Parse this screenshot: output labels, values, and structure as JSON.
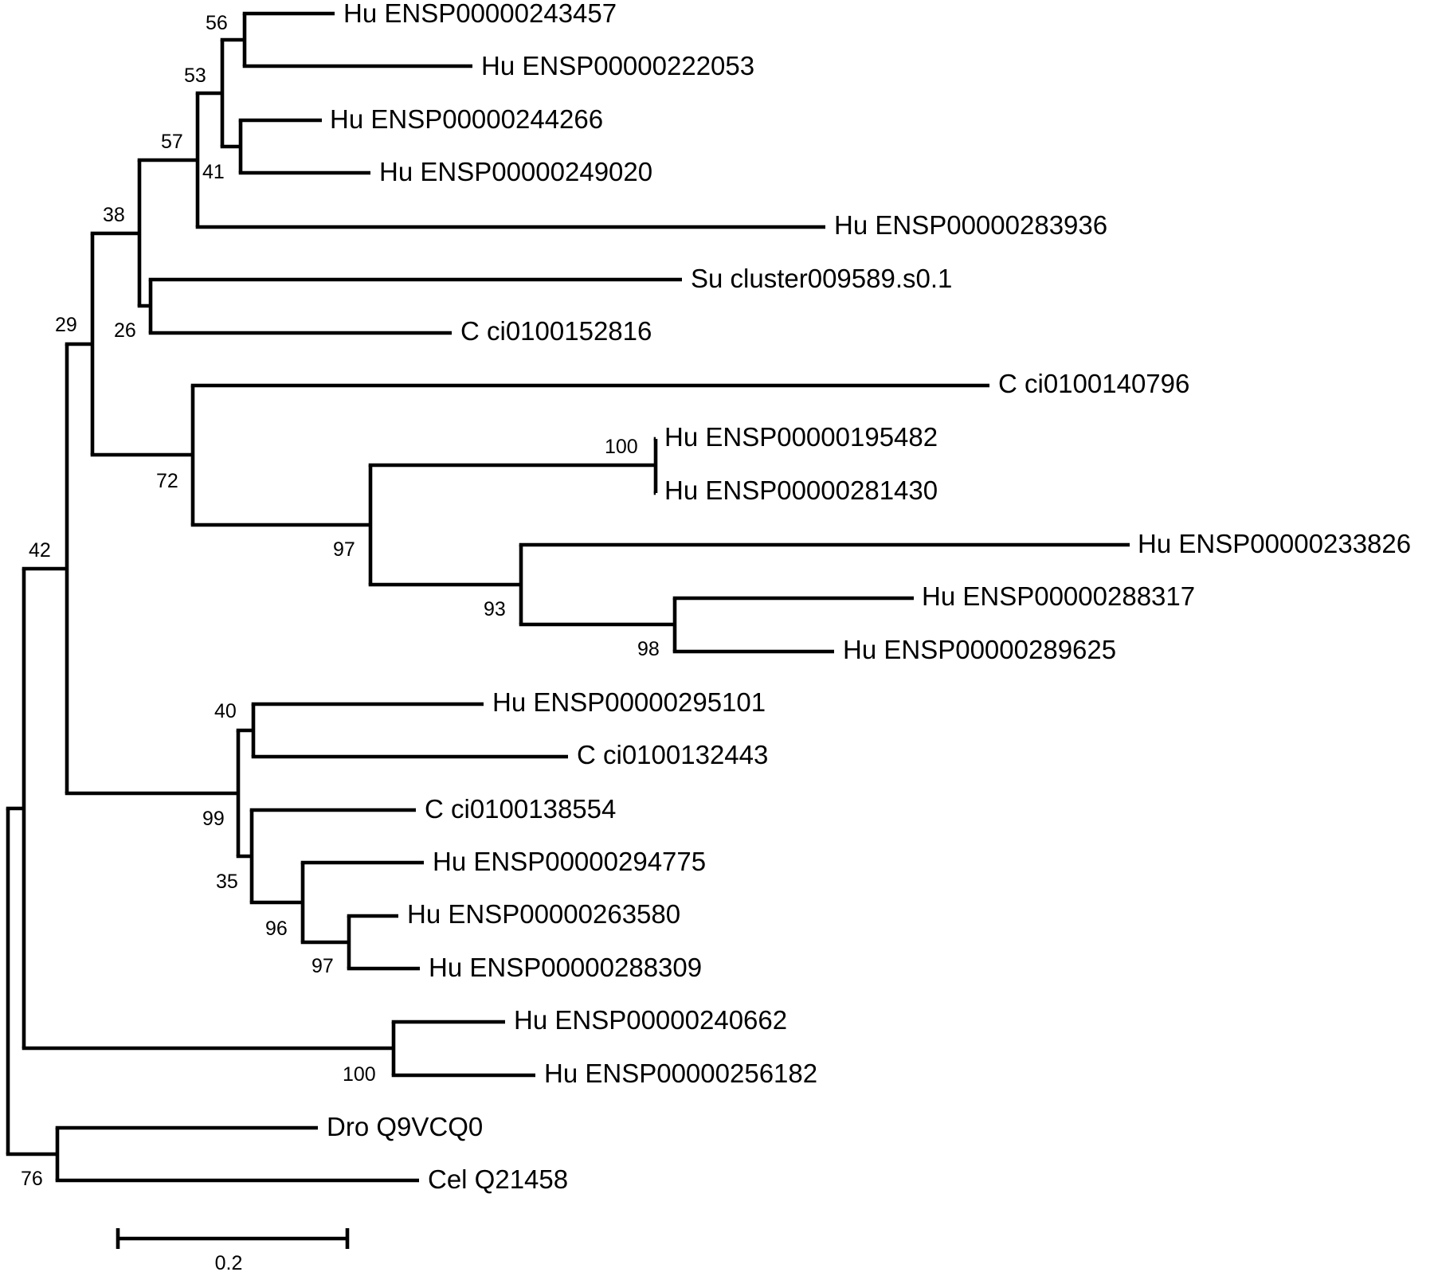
{
  "tree": {
    "leaves": [
      {
        "id": "L1",
        "label": "Hu ENSP00000243457"
      },
      {
        "id": "L2",
        "label": "Hu ENSP00000222053"
      },
      {
        "id": "L3",
        "label": "Hu ENSP00000244266"
      },
      {
        "id": "L4",
        "label": "Hu ENSP00000249020"
      },
      {
        "id": "L5",
        "label": "Hu ENSP00000283936"
      },
      {
        "id": "L6",
        "label": "Su cluster009589.s0.1"
      },
      {
        "id": "L7",
        "label": "C ci0100152816"
      },
      {
        "id": "L8",
        "label": "C ci0100140796"
      },
      {
        "id": "L9",
        "label": "Hu ENSP00000195482"
      },
      {
        "id": "L10",
        "label": "Hu ENSP00000281430"
      },
      {
        "id": "L11",
        "label": "Hu ENSP00000233826"
      },
      {
        "id": "L12",
        "label": "Hu ENSP00000288317"
      },
      {
        "id": "L13",
        "label": "Hu ENSP00000289625"
      },
      {
        "id": "L14",
        "label": "Hu ENSP00000295101"
      },
      {
        "id": "L15",
        "label": "C ci0100132443"
      },
      {
        "id": "L16",
        "label": "C ci0100138554"
      },
      {
        "id": "L17",
        "label": "Hu ENSP00000294775"
      },
      {
        "id": "L18",
        "label": "Hu ENSP00000263580"
      },
      {
        "id": "L19",
        "label": "Hu ENSP00000288309"
      },
      {
        "id": "L20",
        "label": "Hu ENSP00000240662"
      },
      {
        "id": "L21",
        "label": "Hu ENSP00000256182"
      },
      {
        "id": "L22",
        "label": "Dro Q9VCQ0"
      },
      {
        "id": "L23",
        "label": "Cel Q21458"
      }
    ],
    "bootstrap_values": [
      {
        "node": "N56",
        "value": "56"
      },
      {
        "node": "N53",
        "value": "53"
      },
      {
        "node": "N41",
        "value": "41"
      },
      {
        "node": "N57",
        "value": "57"
      },
      {
        "node": "N38",
        "value": "38"
      },
      {
        "node": "N26",
        "value": "26"
      },
      {
        "node": "N29",
        "value": "29"
      },
      {
        "node": "N72",
        "value": "72"
      },
      {
        "node": "N100a",
        "value": "100"
      },
      {
        "node": "N97a",
        "value": "97"
      },
      {
        "node": "N93",
        "value": "93"
      },
      {
        "node": "N98",
        "value": "98"
      },
      {
        "node": "N42",
        "value": "42"
      },
      {
        "node": "N40",
        "value": "40"
      },
      {
        "node": "N99",
        "value": "99"
      },
      {
        "node": "N35",
        "value": "35"
      },
      {
        "node": "N96",
        "value": "96"
      },
      {
        "node": "N97b",
        "value": "97"
      },
      {
        "node": "N100b",
        "value": "100"
      },
      {
        "node": "N76",
        "value": "76"
      }
    ],
    "scale_bar": {
      "label": "0.2"
    },
    "colors": {
      "line": "#000000",
      "background": "#ffffff"
    }
  }
}
